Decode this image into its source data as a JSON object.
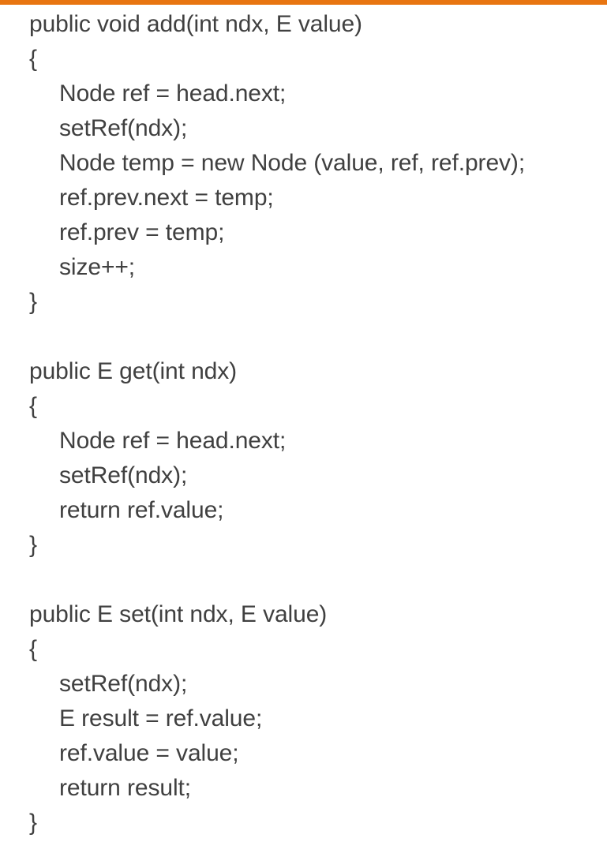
{
  "slide": {
    "accent_color": "#e87511",
    "background_color": "#ffffff",
    "text_color": "#404040"
  },
  "code": {
    "language": "java",
    "lines": [
      {
        "indent": 0,
        "text": "public void add(int ndx, E value)"
      },
      {
        "indent": 0,
        "text": "{"
      },
      {
        "indent": 1,
        "text": "Node ref = head.next;"
      },
      {
        "indent": 1,
        "text": "setRef(ndx);"
      },
      {
        "indent": 1,
        "text": "Node temp = new Node (value, ref, ref.prev);"
      },
      {
        "indent": 1,
        "text": "ref.prev.next = temp;"
      },
      {
        "indent": 1,
        "text": "ref.prev = temp;"
      },
      {
        "indent": 1,
        "text": "size++;"
      },
      {
        "indent": 0,
        "text": "}"
      },
      {
        "indent": 0,
        "text": ""
      },
      {
        "indent": 0,
        "text": "public E get(int ndx)"
      },
      {
        "indent": 0,
        "text": "{"
      },
      {
        "indent": 1,
        "text": "Node ref = head.next;"
      },
      {
        "indent": 1,
        "text": "setRef(ndx);"
      },
      {
        "indent": 1,
        "text": "return ref.value;"
      },
      {
        "indent": 0,
        "text": "}"
      },
      {
        "indent": 0,
        "text": ""
      },
      {
        "indent": 0,
        "text": "public E set(int ndx, E value)"
      },
      {
        "indent": 0,
        "text": "{"
      },
      {
        "indent": 1,
        "text": "setRef(ndx);"
      },
      {
        "indent": 1,
        "text": "E result = ref.value;"
      },
      {
        "indent": 1,
        "text": "ref.value = value;"
      },
      {
        "indent": 1,
        "text": "return result;"
      },
      {
        "indent": 0,
        "text": "}"
      }
    ]
  }
}
